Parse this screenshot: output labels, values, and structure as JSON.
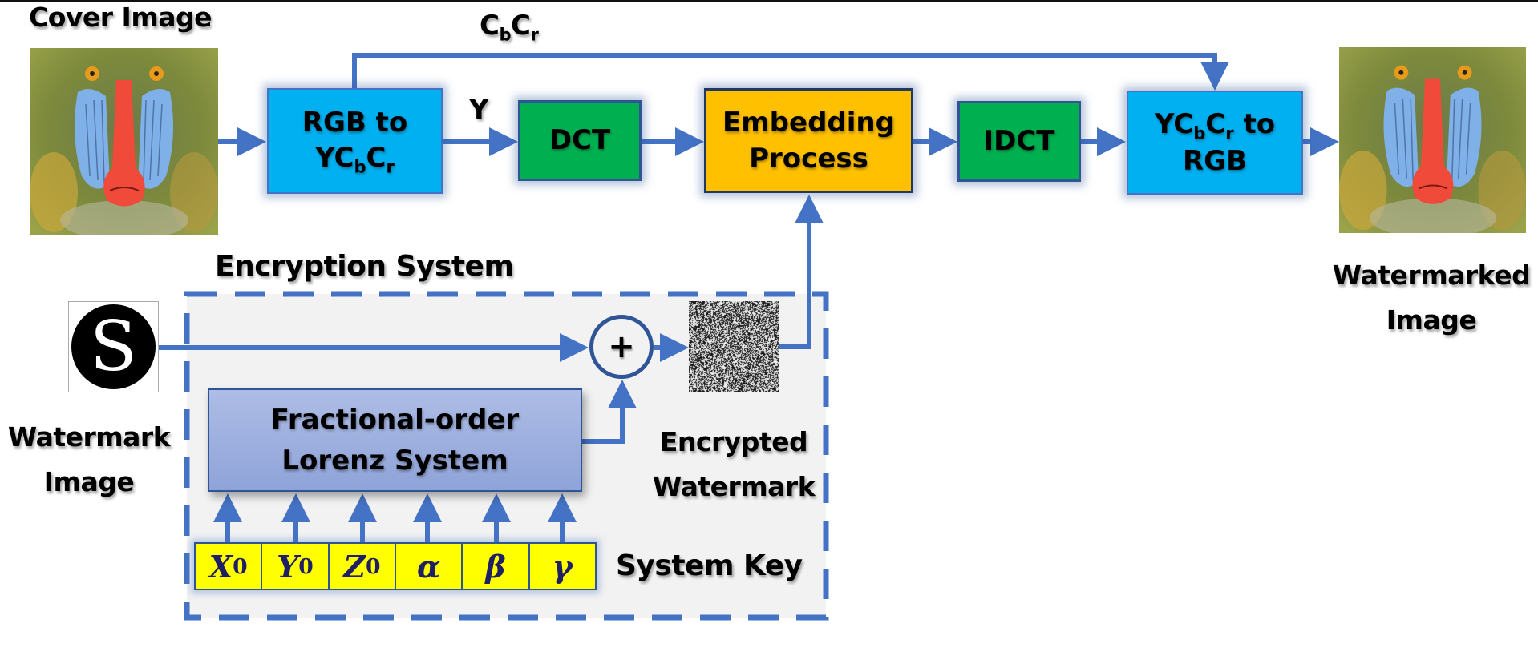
{
  "diagram": {
    "labels": {
      "cover_image": "Cover Image",
      "watermarked_image_line1": "Watermarked",
      "watermarked_image_line2": "Image",
      "watermark_image_line1": "Watermark",
      "watermark_image_line2": "Image",
      "encryption_system": "Encryption System",
      "encrypted_watermark_line1": "Encrypted",
      "encrypted_watermark_line2": "Watermark",
      "system_key": "System Key",
      "y_channel": "Y",
      "cbcr_channel_base1": "C",
      "cbcr_channel_sub1": "b",
      "cbcr_channel_base2": "C",
      "cbcr_channel_sub2": "r"
    },
    "blocks": {
      "rgb_to_ycbcr": {
        "line1": "RGB to",
        "line2_a": "YC",
        "line2_b": "b",
        "line2_c": "C",
        "line2_d": "r"
      },
      "dct": {
        "label": "DCT"
      },
      "embedding": {
        "line1": "Embedding",
        "line2": "Process"
      },
      "idct": {
        "label": "IDCT"
      },
      "ycbcr_to_rgb": {
        "line1_a": "YC",
        "line1_b": "b",
        "line1_c": "C",
        "line1_d": "r",
        "line1_e": " to",
        "line2": "RGB"
      },
      "lorenz": {
        "line1": "Fractional-order",
        "line2": "Lorenz System"
      },
      "xor": {
        "symbol": "+"
      }
    },
    "system_key": [
      {
        "base": "X",
        "sub": "0"
      },
      {
        "base": "Y",
        "sub": "0"
      },
      {
        "base": "Z",
        "sub": "0"
      },
      {
        "base": "α",
        "sub": ""
      },
      {
        "base": "β",
        "sub": ""
      },
      {
        "base": "γ",
        "sub": ""
      }
    ],
    "watermark_glyph": "S",
    "colors": {
      "arrow": "#4472c4",
      "rgb_block": "#00b0f0",
      "dct_block": "#00b050",
      "embedding_block": "#ffc000",
      "key_cell": "#ffff00",
      "lorenz_block": "#9eb0df"
    }
  }
}
